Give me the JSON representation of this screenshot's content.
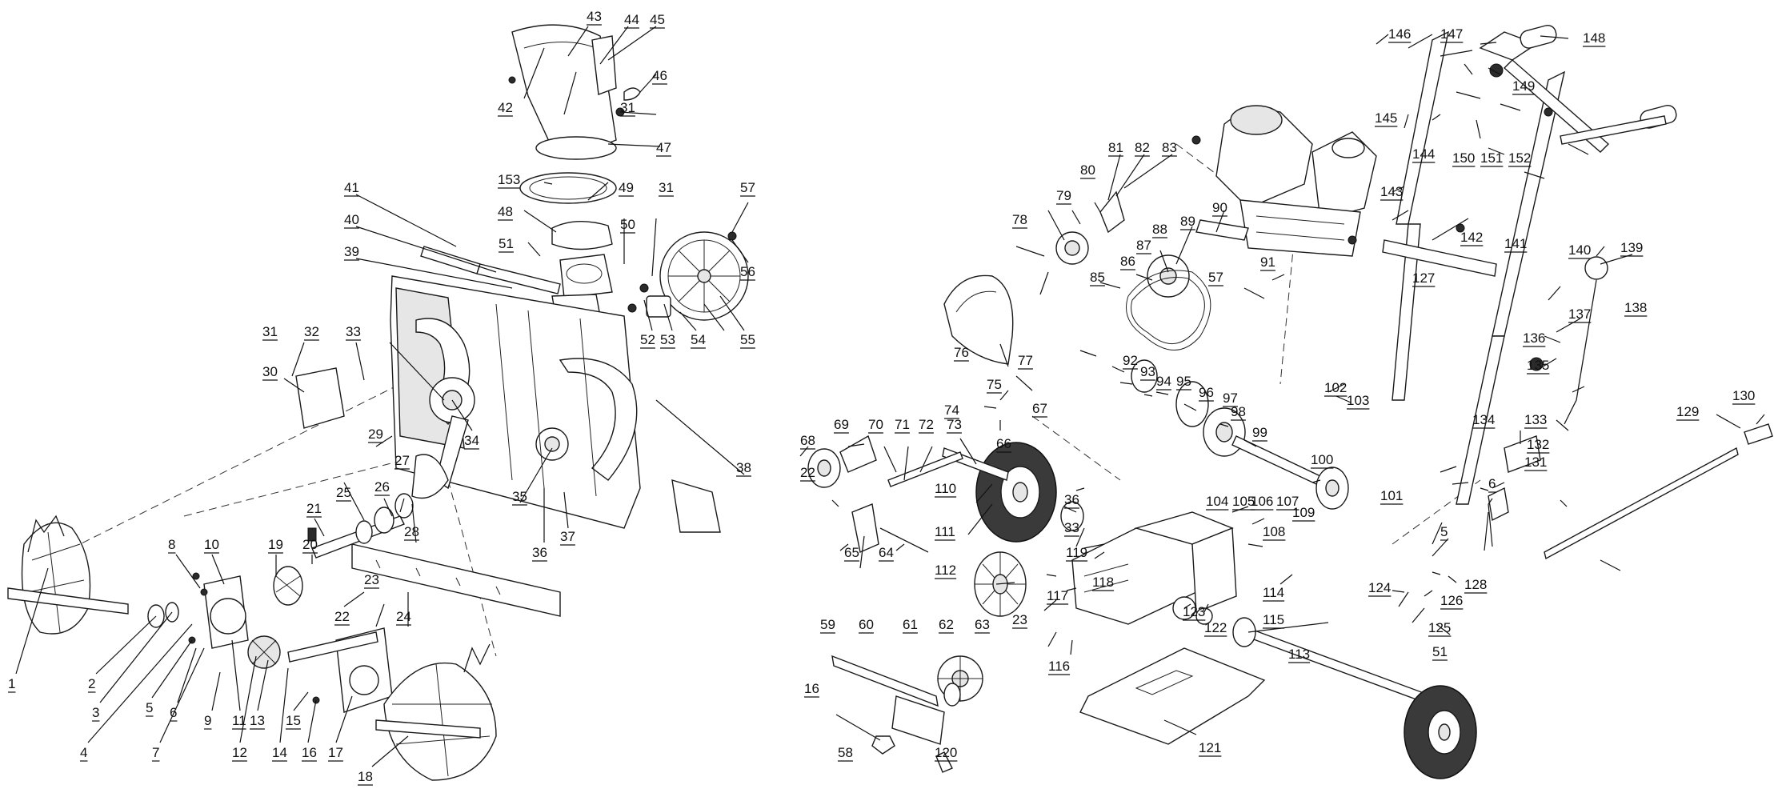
{
  "diagram": {
    "left_assembly_labels": [
      "1",
      "2",
      "3",
      "4",
      "5",
      "6",
      "7",
      "8",
      "9",
      "10",
      "11",
      "12",
      "13",
      "14",
      "15",
      "16",
      "17",
      "18",
      "19",
      "20",
      "21",
      "22",
      "23",
      "24",
      "25",
      "26",
      "27",
      "28",
      "29",
      "30",
      "31",
      "32",
      "33",
      "34",
      "35",
      "36",
      "37",
      "38",
      "39",
      "40",
      "41",
      "42",
      "43",
      "44",
      "45",
      "46",
      "47",
      "48",
      "49",
      "50",
      "51",
      "52",
      "53",
      "54",
      "55",
      "56",
      "57",
      "153"
    ],
    "right_assembly_labels": [
      "5",
      "6",
      "16",
      "22",
      "23",
      "33",
      "36",
      "51",
      "57",
      "58",
      "59",
      "60",
      "61",
      "62",
      "63",
      "64",
      "65",
      "66",
      "67",
      "68",
      "69",
      "70",
      "71",
      "72",
      "73",
      "74",
      "75",
      "76",
      "77",
      "78",
      "79",
      "80",
      "81",
      "82",
      "83",
      "85",
      "86",
      "87",
      "88",
      "89",
      "90",
      "91",
      "92",
      "93",
      "94",
      "95",
      "96",
      "97",
      "98",
      "99",
      "100",
      "101",
      "102",
      "103",
      "104",
      "105",
      "106",
      "107",
      "108",
      "109",
      "110",
      "111",
      "112",
      "113",
      "114",
      "115",
      "116",
      "117",
      "118",
      "119",
      "120",
      "121",
      "122",
      "123",
      "124",
      "125",
      "126",
      "127",
      "128",
      "129",
      "130",
      "131",
      "132",
      "133",
      "134",
      "135",
      "136",
      "137",
      "138",
      "139",
      "140",
      "141",
      "142",
      "143",
      "144",
      "145",
      "146",
      "147",
      "148",
      "149",
      "150",
      "151",
      "152"
    ]
  }
}
